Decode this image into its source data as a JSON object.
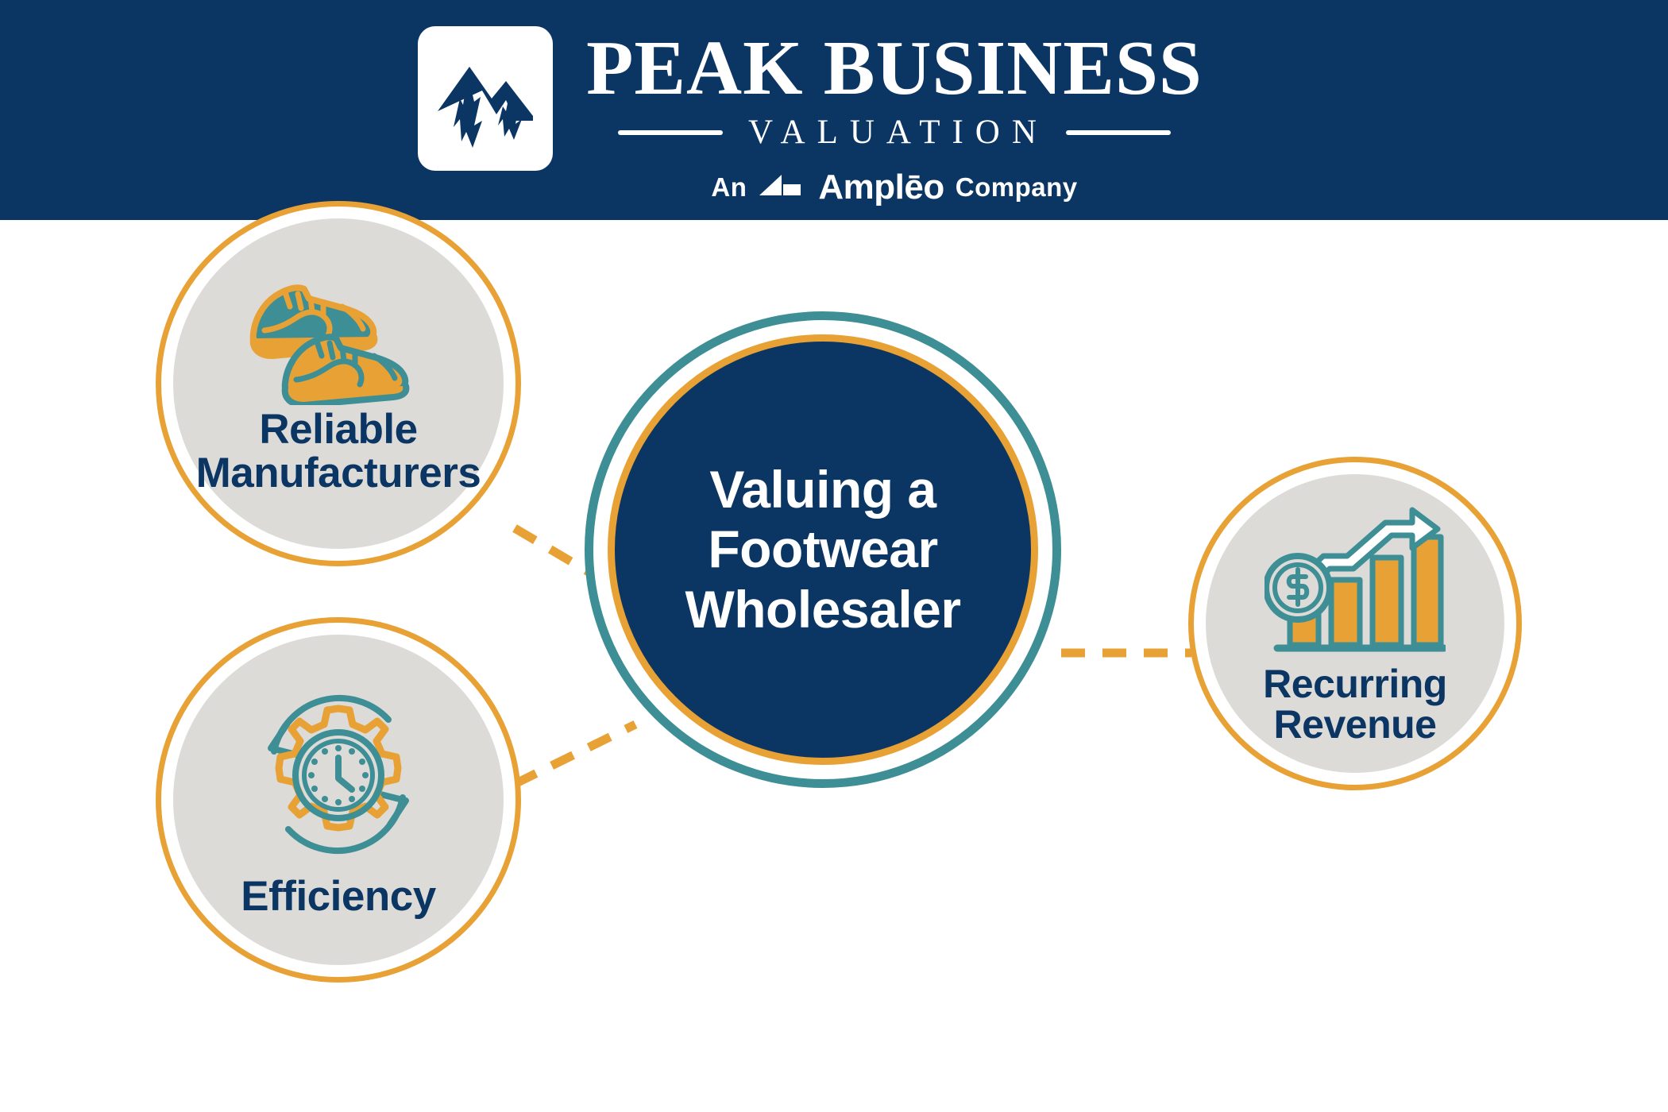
{
  "header": {
    "brand_name": "PEAK BUSINESS",
    "brand_sub": "VALUATION",
    "parent_prefix": "An",
    "parent_name": "Amplēo",
    "parent_suffix": "Company",
    "logo_icon": "mountain-peak-icon",
    "parent_icon": "ampleo-mark-icon",
    "background_color": "#0B3663"
  },
  "center": {
    "title": "Valuing a Footwear Wholesaler",
    "fill_color": "#0B3663",
    "outer_ring_color": "#3D8E95",
    "inner_ring_color": "#E8A134"
  },
  "nodes": [
    {
      "id": "manufacturers",
      "label": "Reliable Manufacturers",
      "icon": "shoes-icon",
      "ring_color": "#E8A134",
      "fill_color": "#DCDBD8",
      "label_color": "#0B3663"
    },
    {
      "id": "efficiency",
      "label": "Efficiency",
      "icon": "gear-clock-cycle-icon",
      "ring_color": "#E8A134",
      "fill_color": "#DCDBD8",
      "label_color": "#0B3663"
    },
    {
      "id": "revenue",
      "label": "Recurring Revenue",
      "icon": "growth-bar-chart-dollar-icon",
      "ring_color": "#E8A134",
      "fill_color": "#DCDBD8",
      "label_color": "#0B3663"
    }
  ],
  "connectors": {
    "style": "dashed",
    "color": "#E8A134",
    "count": 3
  },
  "palette": {
    "navy": "#0B3663",
    "orange": "#E8A134",
    "teal": "#3D8E95",
    "gray": "#DCDBD8",
    "white": "#FFFFFF"
  }
}
